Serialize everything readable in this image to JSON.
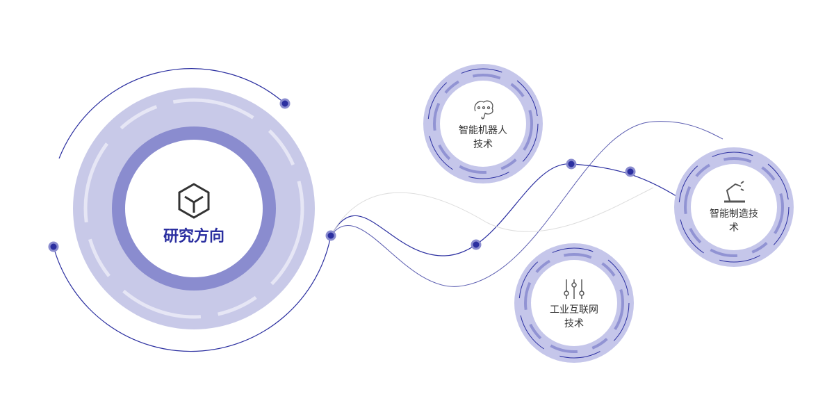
{
  "center": {
    "title": "研究方向",
    "icon": "cube-icon"
  },
  "nodes": [
    {
      "label_line1": "智能机器人",
      "label_line2": "技术",
      "icon": "brain-icon"
    },
    {
      "label_line1": "智能制造技",
      "label_line2": "术",
      "icon": "robot-arm-icon"
    },
    {
      "label_line1": "工业互联网",
      "label_line2": "技术",
      "icon": "sliders-icon"
    }
  ],
  "colors": {
    "accent": "#2b2fa0",
    "ring": "#8a8ccf",
    "halo": "#c8c9e8"
  }
}
